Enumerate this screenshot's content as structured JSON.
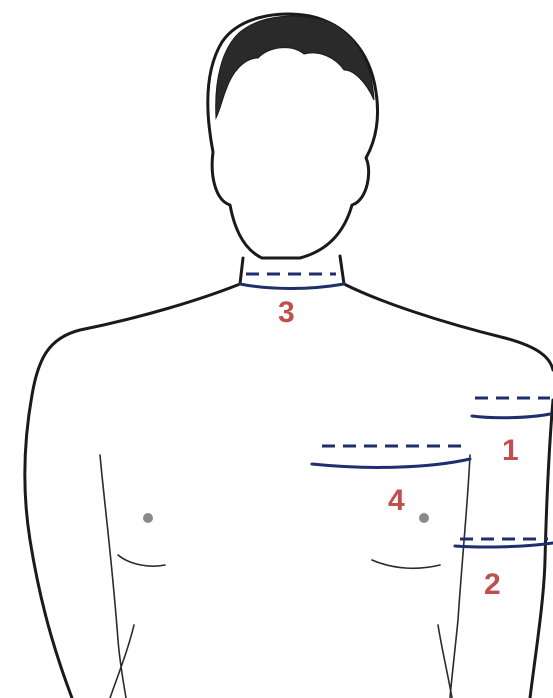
{
  "measurements": [
    {
      "number": "1",
      "name": "upper-arm"
    },
    {
      "number": "2",
      "name": "lower-arm"
    },
    {
      "number": "3",
      "name": "neck"
    },
    {
      "number": "4",
      "name": "chest"
    }
  ],
  "colors": {
    "label": "#c0504d",
    "measure_line": "#1f2f6e",
    "outline": "#1a1a1a",
    "background": "#ffffff"
  }
}
